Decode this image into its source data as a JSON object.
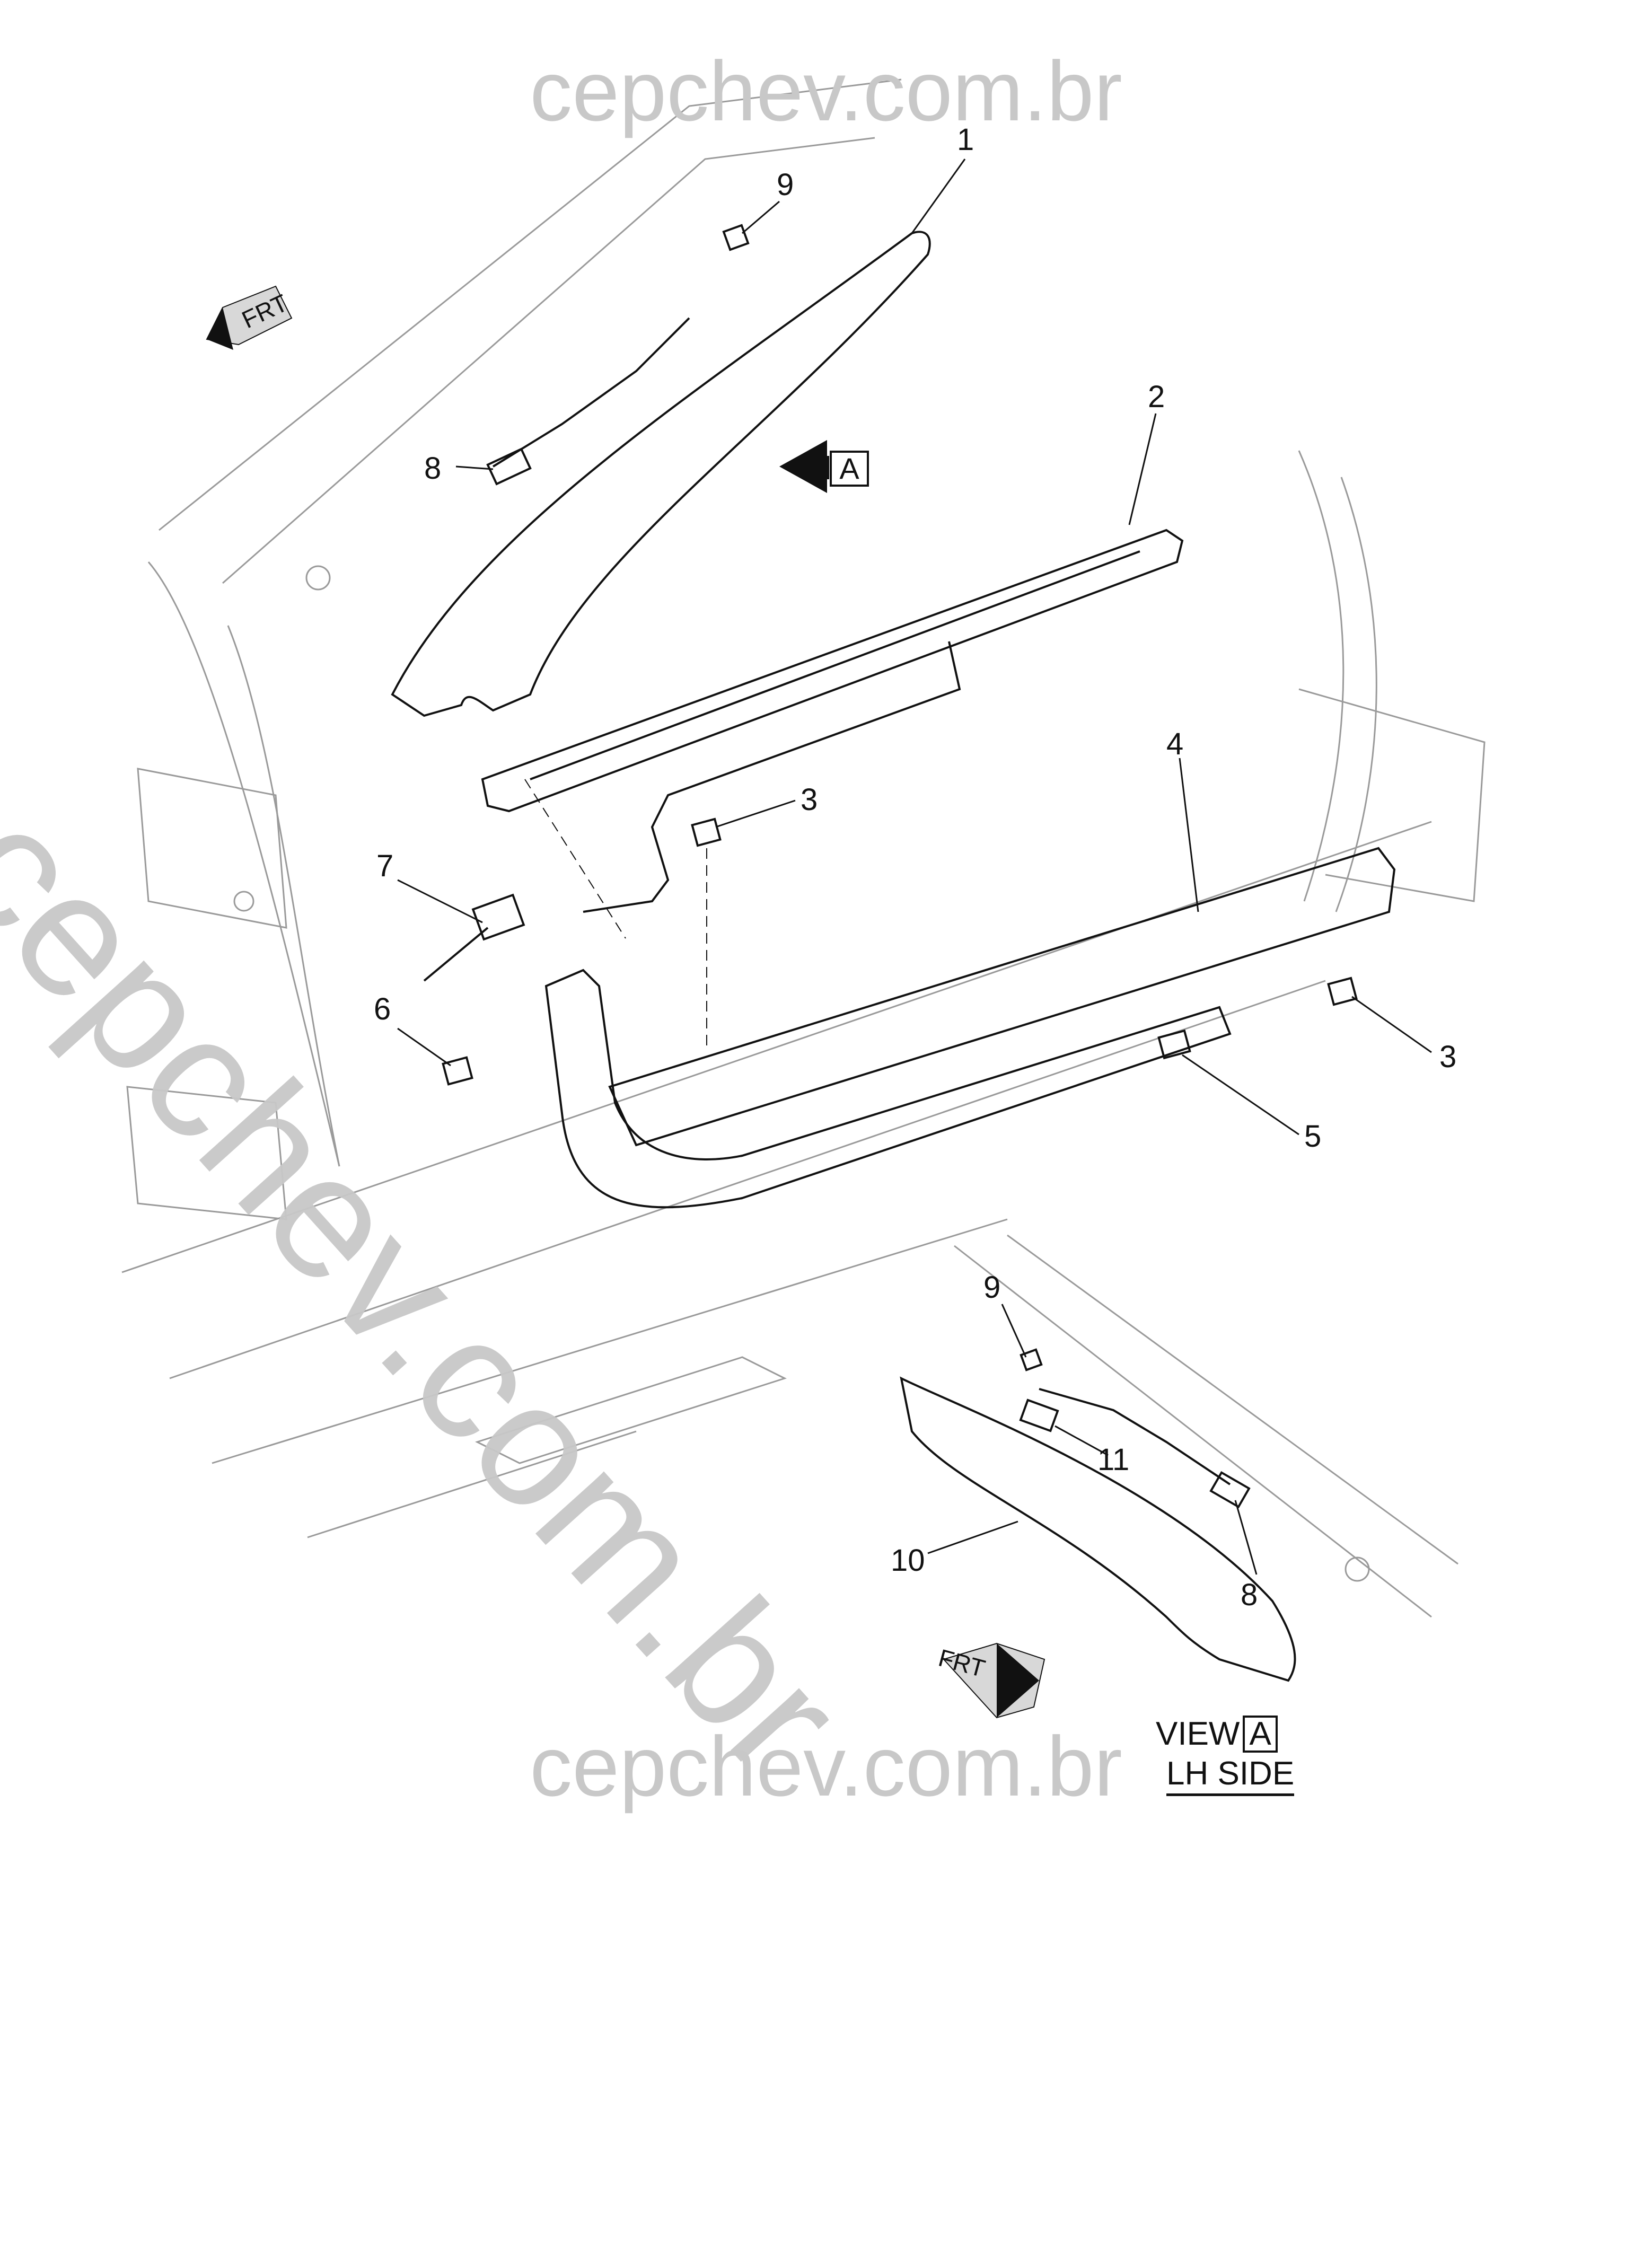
{
  "watermark": {
    "top": "cepchev.com.br",
    "bottom": "cepchev.com.br",
    "diagonal": "cepchev.com.br"
  },
  "callouts": [
    {
      "id": "c1",
      "label": "1"
    },
    {
      "id": "c9a",
      "label": "9"
    },
    {
      "id": "c2",
      "label": "2"
    },
    {
      "id": "c8a",
      "label": "8"
    },
    {
      "id": "c3a",
      "label": "3"
    },
    {
      "id": "c4",
      "label": "4"
    },
    {
      "id": "c7",
      "label": "7"
    },
    {
      "id": "c6",
      "label": "6"
    },
    {
      "id": "c3b",
      "label": "3"
    },
    {
      "id": "c5",
      "label": "5"
    },
    {
      "id": "c9b",
      "label": "9"
    },
    {
      "id": "c11",
      "label": "11"
    },
    {
      "id": "c10",
      "label": "10"
    },
    {
      "id": "c8b",
      "label": "8"
    }
  ],
  "view_arrow_letter": "A",
  "frt_top": "FRT",
  "frt_bottom": "FRT",
  "view_label": {
    "text": "VIEW",
    "letter": "A"
  },
  "side_label": "LH SIDE"
}
